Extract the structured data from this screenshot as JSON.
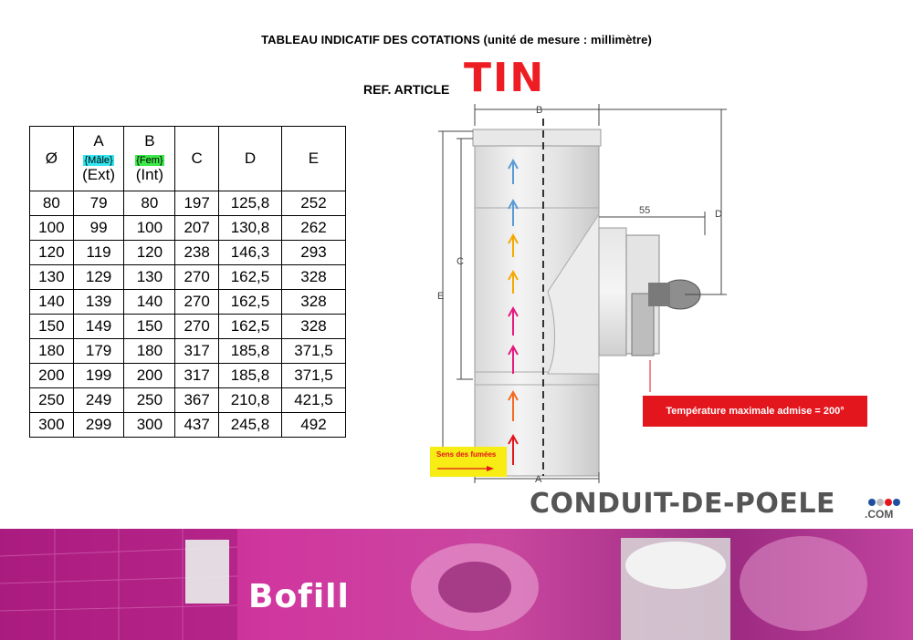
{
  "document": {
    "title": "TABLEAU INDICATIF DES COTATIONS (unité de mesure : millimètre)",
    "ref_label": "REF. ARTICLE",
    "ref_code": "TIN"
  },
  "table": {
    "headers": {
      "diameter": "Ø",
      "a_letter": "A",
      "a_kind": "{Mâle}",
      "a_sub": "(Ext)",
      "b_letter": "B",
      "b_kind": "{Fem}",
      "b_sub": "(Int)",
      "c": "C",
      "d": "D",
      "e": "E"
    },
    "rows": [
      [
        "80",
        "79",
        "80",
        "197",
        "125,8",
        "252"
      ],
      [
        "100",
        "99",
        "100",
        "207",
        "130,8",
        "262"
      ],
      [
        "120",
        "119",
        "120",
        "238",
        "146,3",
        "293"
      ],
      [
        "130",
        "129",
        "130",
        "270",
        "162,5",
        "328"
      ],
      [
        "140",
        "139",
        "140",
        "270",
        "162,5",
        "328"
      ],
      [
        "150",
        "149",
        "150",
        "270",
        "162,5",
        "328"
      ],
      [
        "180",
        "179",
        "180",
        "317",
        "185,8",
        "371,5"
      ],
      [
        "200",
        "199",
        "200",
        "317",
        "185,8",
        "371,5"
      ],
      [
        "250",
        "249",
        "250",
        "367",
        "210,8",
        "421,5"
      ],
      [
        "300",
        "299",
        "300",
        "437",
        "245,8",
        "492"
      ]
    ],
    "colors": {
      "male_highlight": "#33e6f0",
      "female_highlight": "#3ee84a"
    }
  },
  "diagram": {
    "label_a": "A",
    "label_b": "B",
    "label_c": "C",
    "label_d": "D",
    "label_e": "E",
    "label_55": "55",
    "temperature_note": "Température maximale admise = 200°",
    "flow_label": "Sens des fumées"
  },
  "logo": {
    "text": "CONDUIT-DE-POELE",
    "suffix": ".COM"
  },
  "banner": {
    "brand": "Bofill"
  },
  "colors": {
    "accent_red": "#e3161d",
    "ref_red": "#ee1c23",
    "flow_yellow": "#f7ec13",
    "banner_magenta": "#c0319a"
  }
}
